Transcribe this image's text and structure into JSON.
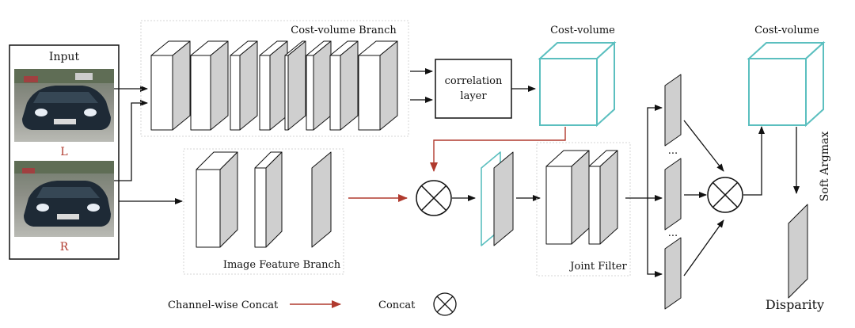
{
  "labels": {
    "input": "Input",
    "left": "L",
    "right": "R",
    "cost_volume_branch": "Cost-volume Branch",
    "cost_volume_1": "Cost-volume",
    "cost_volume_2": "Cost-volume",
    "correlation_line1": "correlation",
    "correlation_line2": "layer",
    "image_feature_branch": "Image Feature Branch",
    "joint_filter": "Joint Filter",
    "soft_argmax": "Soft Argmax",
    "disparity": "Disparity",
    "dots_1": "...",
    "dots_2": "...",
    "legend_channel_concat": "Channel-wise Concat",
    "legend_concat": "Concat"
  },
  "colors": {
    "line": "#111111",
    "red_arrow": "#b03a2e",
    "teal": "#5bbfbf",
    "red_text": "#b03a2e",
    "gray_face": "#cfcfcf",
    "dash_box": "#d4d4d4"
  }
}
